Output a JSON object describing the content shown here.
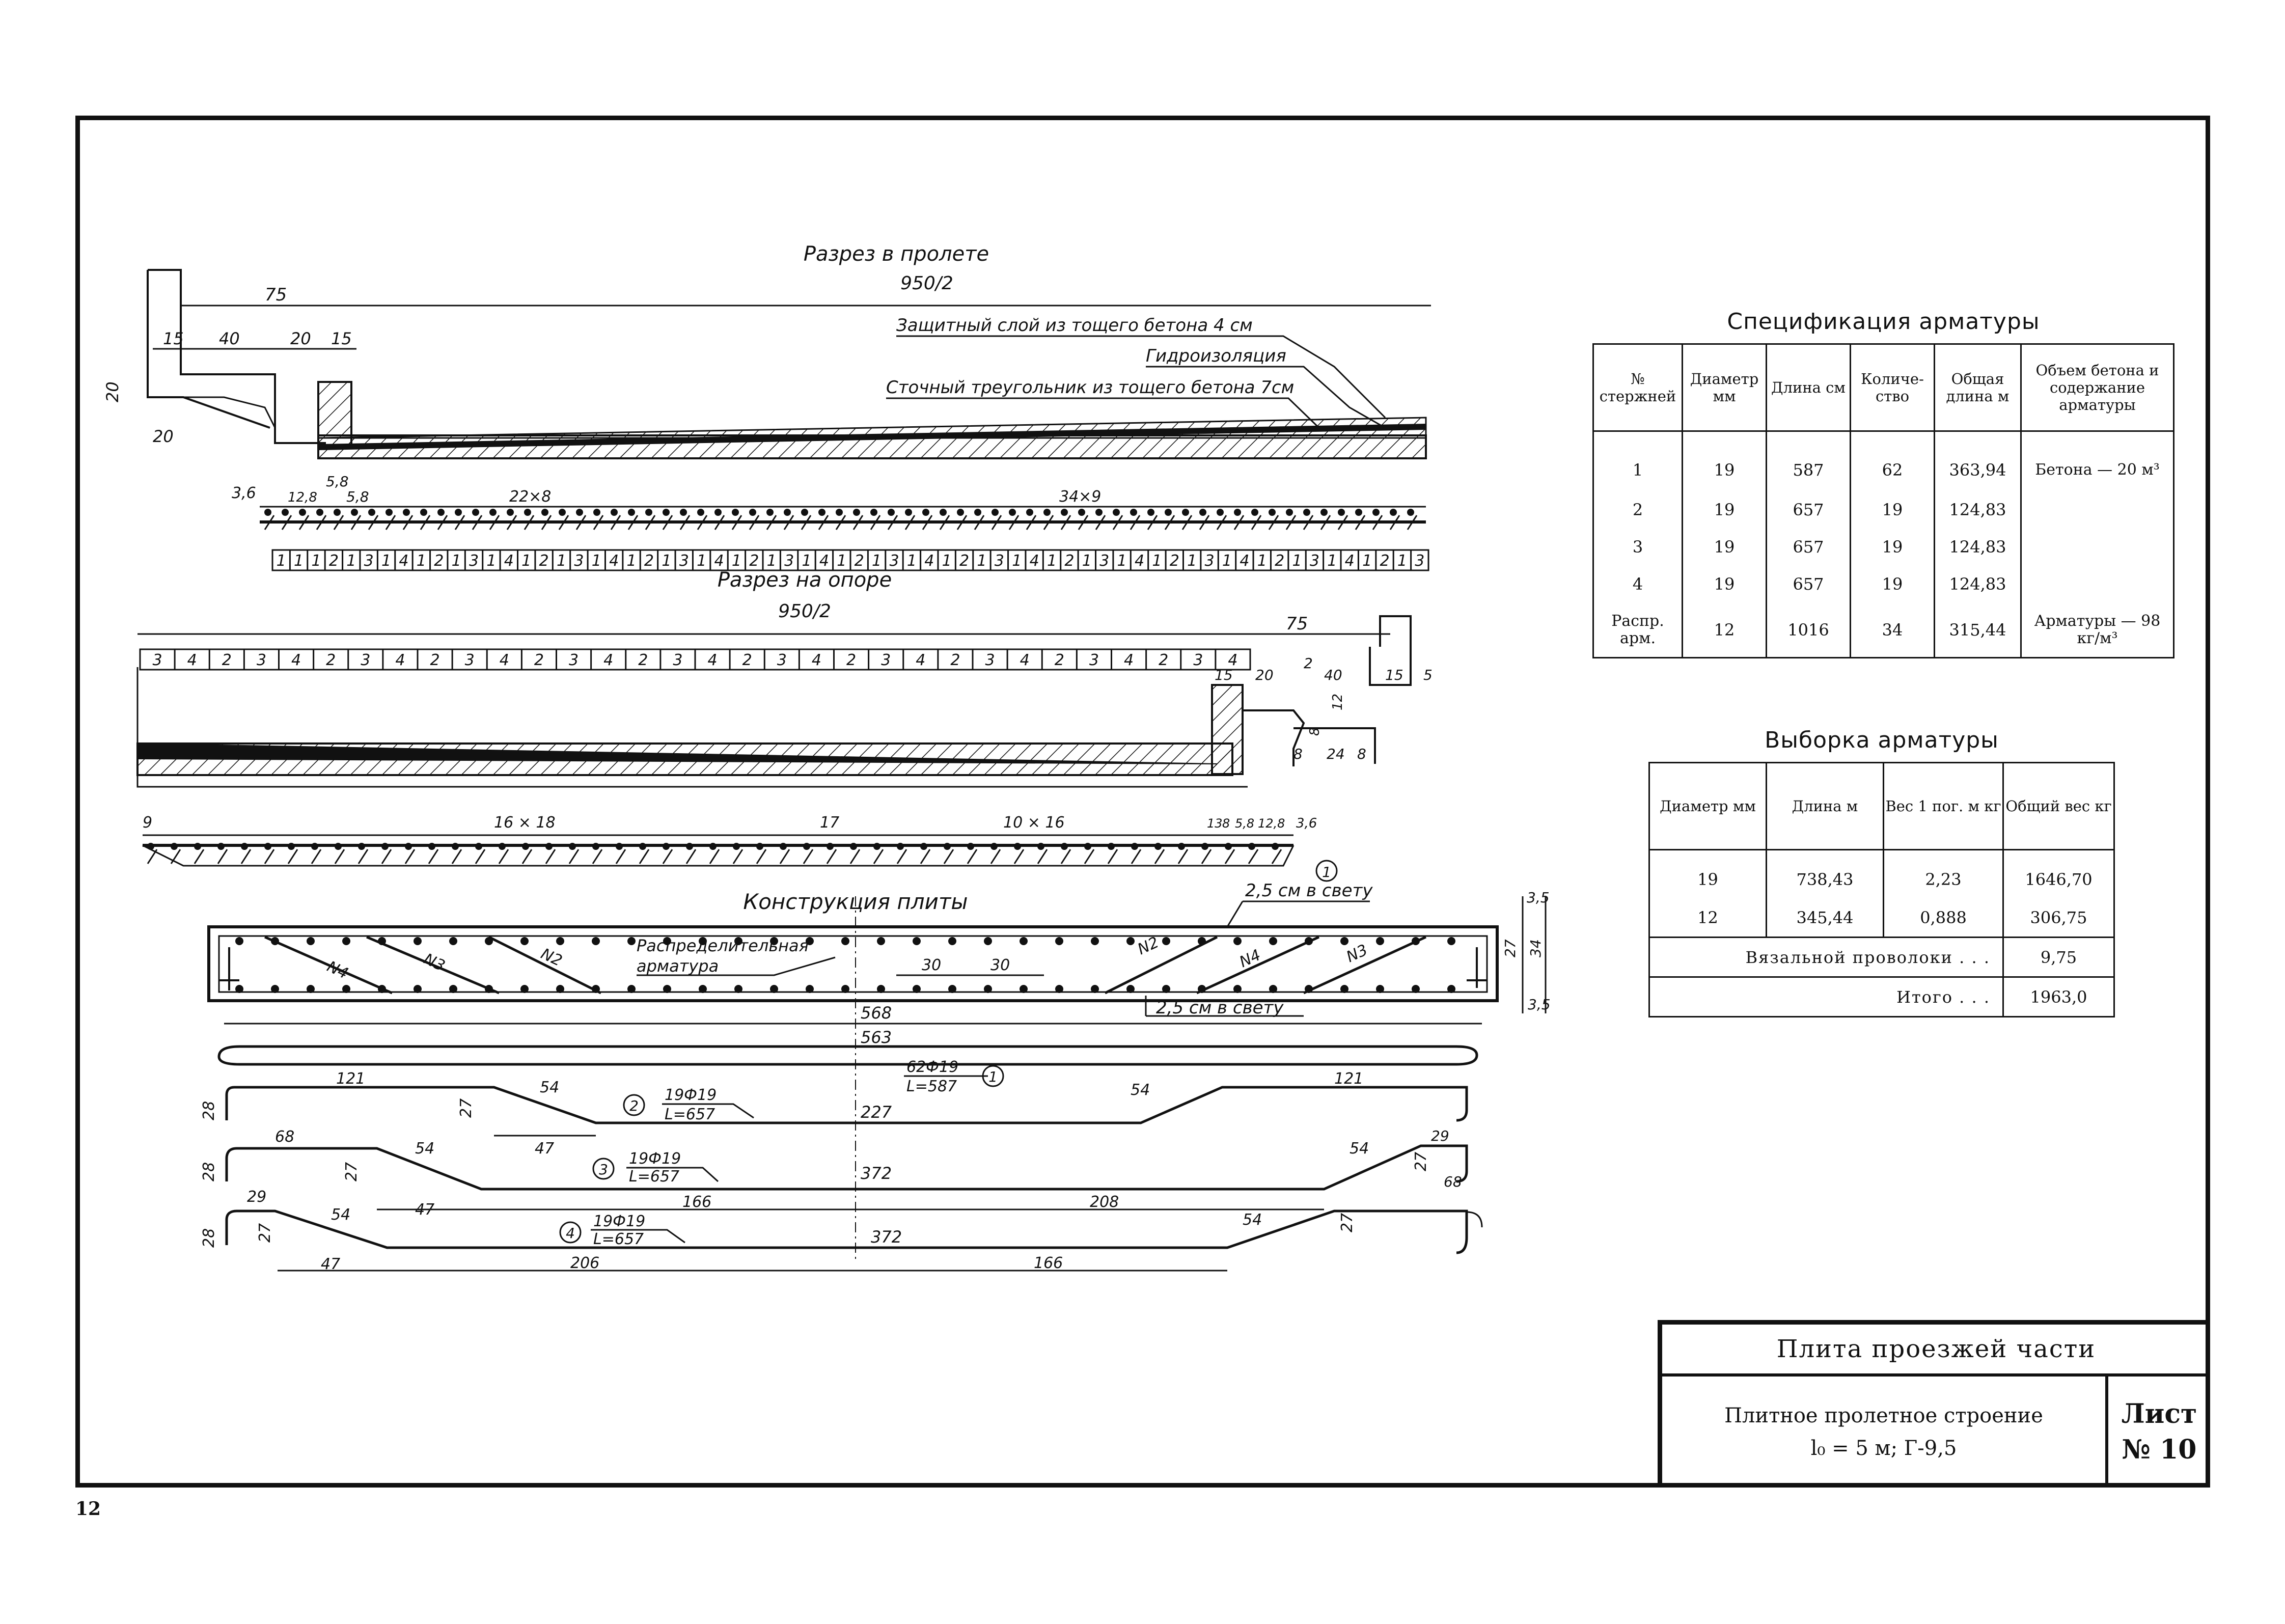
{
  "page_number": "12",
  "section_span": {
    "title": "Разрез в пролете",
    "span_label": "950/2",
    "dim_75": "75",
    "dims_top": [
      "15",
      "40",
      "20",
      "15"
    ],
    "dim_20_vert": "20",
    "dim_20_bottom": "20",
    "layer_protective": "Защитный слой из тощего бетона 4 см",
    "layer_waterproof": "Гидроизоляция",
    "layer_drain": "Сточный треугольник из тощего бетона 7см",
    "bar_dims": [
      "3,6",
      "12,8",
      "5,8",
      "5,8",
      "22×8",
      "34×9"
    ],
    "bar_sequence": [
      "1",
      "1",
      "1",
      "2",
      "1",
      "3",
      "1",
      "4",
      "1",
      "2",
      "1",
      "3",
      "1",
      "4",
      "1",
      "2",
      "1",
      "3",
      "1",
      "4",
      "1",
      "2",
      "1",
      "3",
      "1",
      "4",
      "1",
      "2",
      "1",
      "3",
      "1",
      "4",
      "1",
      "2",
      "1",
      "3",
      "1",
      "4",
      "1",
      "2",
      "1",
      "3",
      "1",
      "4",
      "1",
      "2",
      "1",
      "3",
      "1",
      "4",
      "1",
      "2",
      "1",
      "3",
      "1",
      "4",
      "1",
      "2",
      "1",
      "3",
      "1",
      "4",
      "1",
      "2",
      "1",
      "3"
    ]
  },
  "section_support": {
    "title": "Разрез на опоре",
    "span_label": "950/2",
    "dim_75": "75",
    "bar_sequence": [
      "3",
      "4",
      "2",
      "3",
      "4",
      "2",
      "3",
      "4",
      "2",
      "3",
      "4",
      "2",
      "3",
      "4",
      "2",
      "3",
      "4",
      "2",
      "3",
      "4",
      "2",
      "3",
      "4",
      "2",
      "3",
      "4",
      "2",
      "3",
      "4",
      "2",
      "3",
      "4"
    ],
    "dims_right": [
      "15",
      "20",
      "2",
      "40",
      "15",
      "5",
      "12",
      "8",
      "8",
      "24",
      "8"
    ],
    "bar_dims": [
      "9",
      "16 × 18",
      "17",
      "10 × 16",
      "13",
      "8",
      "5,8",
      "12,8",
      "3,6"
    ],
    "callout": "1"
  },
  "plate": {
    "title": "Конструкция плиты",
    "clear_top": "2,5 см в свету",
    "clear_bottom": "2,5 см в свету",
    "dist_label_1": "Распределительная",
    "dist_label_2": "арматура",
    "bar_tags_left": [
      "N4",
      "N3",
      "N2"
    ],
    "bar_tags_right": [
      "N2",
      "N4",
      "N3"
    ],
    "dims_spacing": [
      "30",
      "30"
    ],
    "dims_height": [
      "3,5",
      "27",
      "34",
      "3,5"
    ]
  },
  "bars": {
    "bar1": {
      "len_568": "568",
      "len_563": "563",
      "spec_1": "62Ф19",
      "spec_2": "L=587",
      "mark": "1"
    },
    "bar2": {
      "hook": "28",
      "left": "121",
      "rise": "27",
      "slope": "54",
      "base": "47",
      "mid": "227",
      "slope_r": "54",
      "right": "121",
      "spec_1": "19Ф19",
      "spec_2": "L=657",
      "mark": "2"
    },
    "bar3": {
      "hook": "28",
      "left": "68",
      "rise": "27",
      "slope": "54",
      "base": "47",
      "mid": "372",
      "seg1": "166",
      "seg2": "208",
      "slope_r": "54",
      "rise_r": "27",
      "hook_r": "29",
      "right": "68",
      "spec_1": "19Ф19",
      "spec_2": "L=657",
      "mark": "3"
    },
    "bar4": {
      "hook": "28",
      "left": "29",
      "rise": "27",
      "slope": "54",
      "base": "47",
      "mid": "372",
      "seg1": "206",
      "seg2": "166",
      "slope_r": "54",
      "rise_r": "27",
      "spec_1": "19Ф19",
      "spec_2": "L=657",
      "mark": "4"
    }
  },
  "spec_table": {
    "title": "Спецификация арматуры",
    "headers": [
      "№ стержней",
      "Диаметр мм",
      "Длина см",
      "Количе-ство",
      "Общая длина м",
      "Объем бетона и содержание арматуры"
    ],
    "rows": [
      [
        "1",
        "19",
        "587",
        "62",
        "363,94",
        "Бетона — 20 м³"
      ],
      [
        "2",
        "19",
        "657",
        "19",
        "124,83",
        ""
      ],
      [
        "3",
        "19",
        "657",
        "19",
        "124,83",
        ""
      ],
      [
        "4",
        "19",
        "657",
        "19",
        "124,83",
        ""
      ],
      [
        "Распр. арм.",
        "12",
        "1016",
        "34",
        "315,44",
        "Арматуры — 98 кг/м³"
      ]
    ]
  },
  "selection_table": {
    "title": "Выборка арматуры",
    "headers": [
      "Диаметр мм",
      "Длина м",
      "Вес 1 пог. м кг",
      "Общий вес кг"
    ],
    "rows": [
      [
        "19",
        "738,43",
        "2,23",
        "1646,70"
      ],
      [
        "12",
        "345,44",
        "0,888",
        "306,75"
      ]
    ],
    "wire_label": "Вязальной проволоки . . .",
    "wire_value": "9,75",
    "total_label": "Итого . . .",
    "total_value": "1963,0"
  },
  "title_block": {
    "title": "Плита проезжей части",
    "subtitle_1": "Плитное пролетное строение",
    "subtitle_2": "l₀ = 5 м; Г-9,5",
    "sheet_1": "Лист",
    "sheet_2": "№ 10"
  }
}
